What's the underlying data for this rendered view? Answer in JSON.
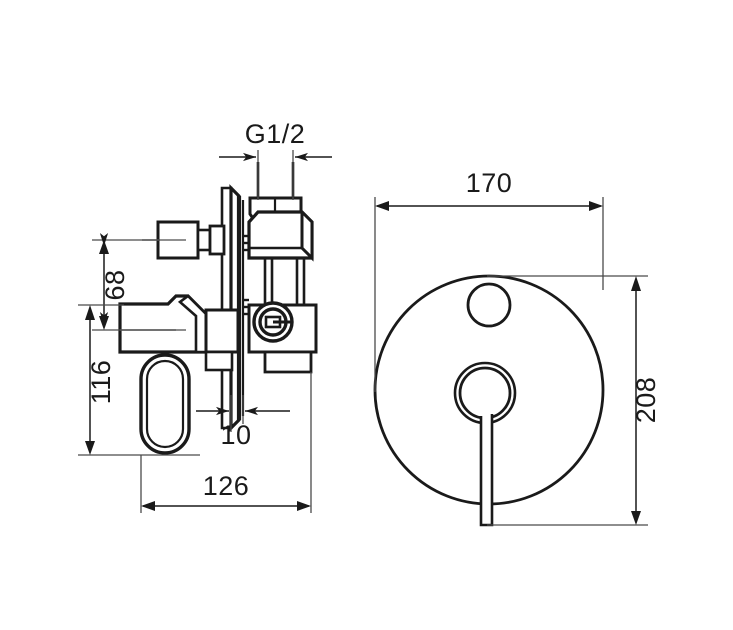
{
  "drawing": {
    "title": "Concealed shower mixer technical drawing",
    "line_color": "#1a1a1a",
    "dim_line_color": "#4a4a4a",
    "background": "#ffffff",
    "units": "mm"
  },
  "views": {
    "side": {
      "name": "side-section-view",
      "label": ""
    },
    "front": {
      "name": "front-view",
      "label": ""
    }
  },
  "dimensions": {
    "thread": {
      "value": "G1/2",
      "orientation": "horizontal"
    },
    "height_68": {
      "value": "68",
      "orientation": "vertical"
    },
    "height_116": {
      "value": "116",
      "orientation": "vertical"
    },
    "depth_10": {
      "value": "10",
      "orientation": "horizontal"
    },
    "width_126": {
      "value": "126",
      "orientation": "horizontal"
    },
    "width_170": {
      "value": "170",
      "orientation": "horizontal"
    },
    "height_208": {
      "value": "208",
      "orientation": "vertical"
    }
  }
}
